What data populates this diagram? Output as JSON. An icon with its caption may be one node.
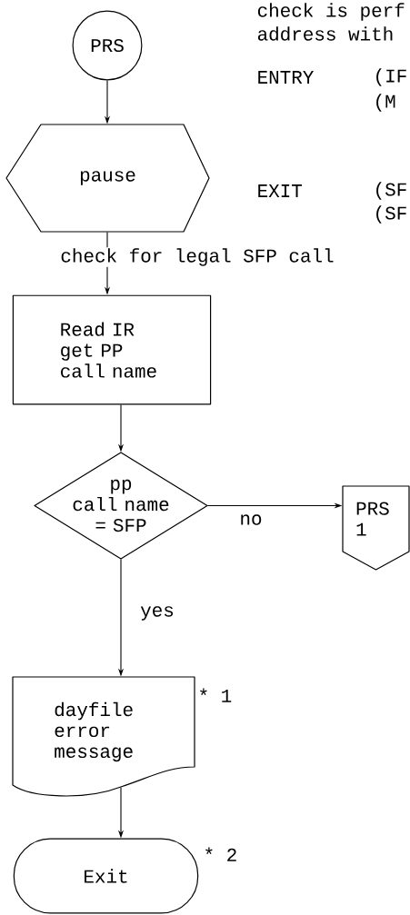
{
  "diagram": {
    "nodes": [
      {
        "text": [
          "PRS"
        ]
      },
      {
        "text": [
          "pause"
        ]
      },
      {
        "text": [
          "Read IR get PP call name"
        ]
      },
      {
        "text": [
          "pp call name = SFP"
        ]
      },
      {
        "text": [
          "PRS 1"
        ]
      },
      {
        "text": [
          "dayfile error message"
        ],
        "beside": [
          "* 1"
        ]
      },
      {
        "text": [
          "Exit"
        ],
        "beside": [
          "* 2"
        ]
      }
    ],
    "edges": [
      {
        "from": 0,
        "to": 1,
        "arrow": "to"
      },
      {
        "from": 1,
        "to": 2,
        "arrow": "to",
        "label": "check for legal SFP call"
      },
      {
        "from": 2,
        "to": 3,
        "arrow": "to"
      },
      {
        "from": 3,
        "to": 4,
        "arrow": "to",
        "label": "no"
      },
      {
        "from": 3,
        "to": 5,
        "arrow": "to",
        "label": "yes"
      },
      {
        "from": 5,
        "to": 6,
        "arrow": "to"
      }
    ],
    "labels": [
      "check is perf",
      "address with",
      "ENTRY",
      "(IF",
      "(M",
      "EXIT",
      "(SF",
      "(SF"
    ]
  }
}
